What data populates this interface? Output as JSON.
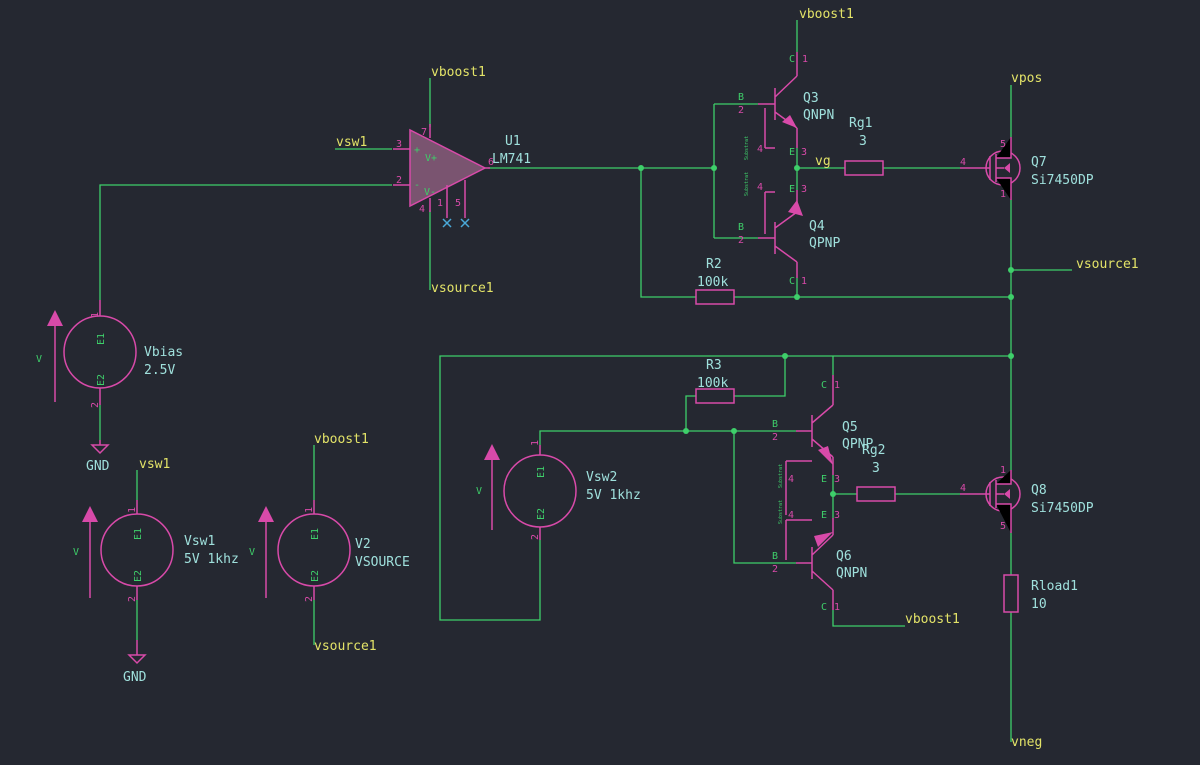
{
  "nets": {
    "vboost1_top": "vboost1",
    "vboost1_u1": "vboost1",
    "vboost1_v2": "vboost1",
    "vboost1_q6": "vboost1",
    "vsource1_u1": "vsource1",
    "vsource1_right": "vsource1",
    "vsource1_v2": "vsource1",
    "vpos": "vpos",
    "vneg": "vneg",
    "vsw1_u1": "vsw1",
    "vsw1_src": "vsw1",
    "vg": "vg",
    "gnd1": "GND",
    "gnd2": "GND"
  },
  "components": {
    "u1": {
      "ref": "U1",
      "value": "LM741",
      "pins": [
        "3",
        "2",
        "7",
        "4",
        "6",
        "1",
        "5"
      ],
      "pin_labels": [
        "+",
        "-",
        "V+",
        "V-"
      ]
    },
    "q3": {
      "ref": "Q3",
      "value": "QNPN",
      "pins": [
        "C",
        "1",
        "B",
        "2",
        "E",
        "3",
        "4"
      ]
    },
    "q4": {
      "ref": "Q4",
      "value": "QPNP",
      "pins": [
        "C",
        "1",
        "B",
        "2",
        "E",
        "3",
        "4"
      ]
    },
    "q5": {
      "ref": "Q5",
      "value": "QPNP",
      "pins": [
        "C",
        "1",
        "B",
        "2",
        "E",
        "3",
        "4"
      ]
    },
    "q6": {
      "ref": "Q6",
      "value": "QNPN",
      "pins": [
        "C",
        "1",
        "B",
        "2",
        "E",
        "3",
        "4"
      ]
    },
    "q7": {
      "ref": "Q7",
      "value": "Si7450DP",
      "pins": [
        "5",
        "4",
        "1"
      ]
    },
    "q8": {
      "ref": "Q8",
      "value": "Si7450DP",
      "pins": [
        "1",
        "4",
        "5"
      ]
    },
    "rg1": {
      "ref": "Rg1",
      "value": "3"
    },
    "rg2": {
      "ref": "Rg2",
      "value": "3"
    },
    "r2": {
      "ref": "R2",
      "value": "100k"
    },
    "r3": {
      "ref": "R3",
      "value": "100k"
    },
    "rload1": {
      "ref": "Rload1",
      "value": "10"
    },
    "vbias": {
      "ref": "Vbias",
      "value": "2.5V",
      "pins": [
        "1",
        "2"
      ],
      "pin_labels": [
        "E1",
        "E2"
      ],
      "arrow_label": "V"
    },
    "vsw1": {
      "ref": "Vsw1",
      "value": "5V 1khz",
      "pins": [
        "1",
        "2"
      ],
      "pin_labels": [
        "E1",
        "E2"
      ],
      "arrow_label": "V"
    },
    "v2": {
      "ref": "V2",
      "value": "VSOURCE",
      "pins": [
        "1",
        "2"
      ],
      "pin_labels": [
        "E1",
        "E2"
      ],
      "arrow_label": "V"
    },
    "vsw2": {
      "ref": "Vsw2",
      "value": "5V 1khz",
      "pins": [
        "1",
        "2"
      ],
      "pin_labels": [
        "E1",
        "E2"
      ],
      "arrow_label": "V"
    }
  },
  "substrate_label": "Substrat",
  "colors": {
    "background": "#252831",
    "wire": "#3ecf6a",
    "symbol": "#d84aa9",
    "net_label": "#e3e368",
    "ref_text": "#9fe0dc"
  }
}
